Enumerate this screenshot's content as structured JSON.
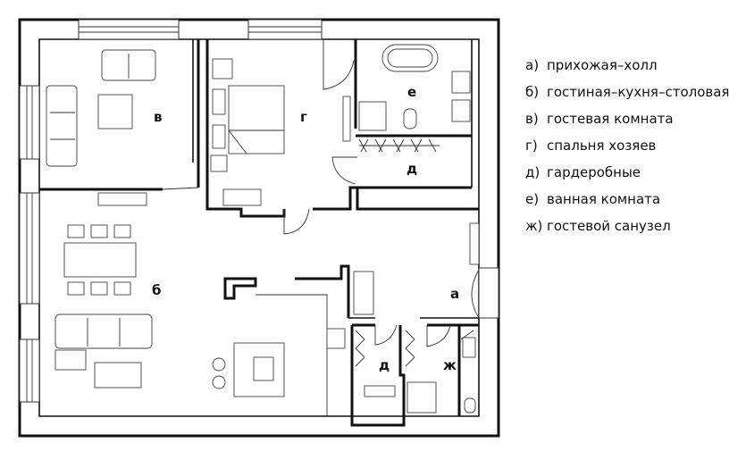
{
  "rooms": {
    "a": "а",
    "b": "б",
    "v": "в",
    "g": "г",
    "d1": "д",
    "d2": "д",
    "e": "е",
    "zh": "ж"
  },
  "legend": [
    {
      "key": "а)",
      "text": "прихожая–холл"
    },
    {
      "key": "б)",
      "text": "гостиная–кухня–столовая"
    },
    {
      "key": "в)",
      "text": "гостевая комната"
    },
    {
      "key": "г)",
      "text": "спальня хозяев"
    },
    {
      "key": "д)",
      "text": "гардеробные"
    },
    {
      "key": "е)",
      "text": "ванная комната"
    },
    {
      "key": "ж)",
      "text": "гостевой санузел"
    }
  ]
}
